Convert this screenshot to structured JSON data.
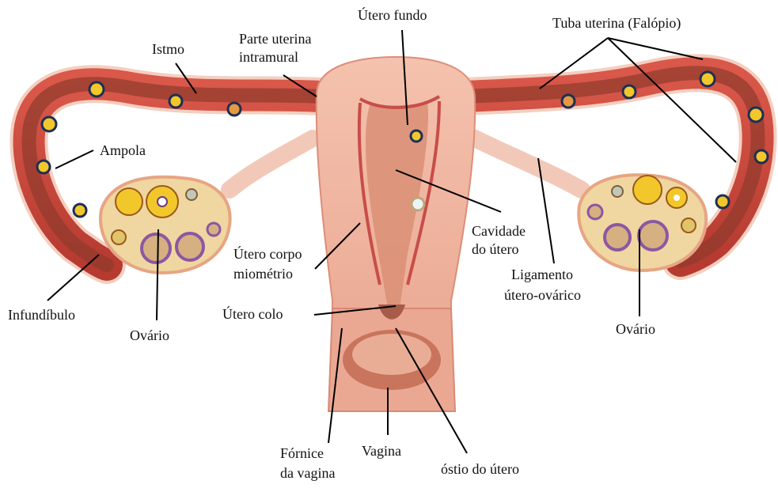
{
  "labels": {
    "utero_fundo": "Útero fundo",
    "tuba_uterina": "Tuba uterina (Falópio)",
    "parte_uterina_1": "Parte uterina",
    "parte_uterina_2": "intramural",
    "istmo": "Istmo",
    "ampola": "Ampola",
    "cavidade_1": "Cavidade",
    "cavidade_2": "do útero",
    "corpo_1": "Útero corpo",
    "corpo_2": "miométrio",
    "ligamento_1": "Ligamento",
    "ligamento_2": "útero-ovárico",
    "infundibulo": "Infundíbulo",
    "ovario_left": "Ovário",
    "ovario_right": "Ovário",
    "colo": "Útero colo",
    "fornice_1": "Fórnice",
    "fornice_2": "da vagina",
    "vagina": "Vagina",
    "ostio": "óstio do útero"
  },
  "colors": {
    "tube": "#c8443a",
    "tube_inner": "#8e3a2c",
    "uterus": "#f0b6a2",
    "uterus_shadow": "#e39a84",
    "cavity": "#d98f76",
    "ovary": "#f0d6a0",
    "ovary_rim": "#e7a583",
    "follicle_yellow": "#f2c72b",
    "follicle_purple": "#8b57a3",
    "leader_line": "#000000"
  }
}
